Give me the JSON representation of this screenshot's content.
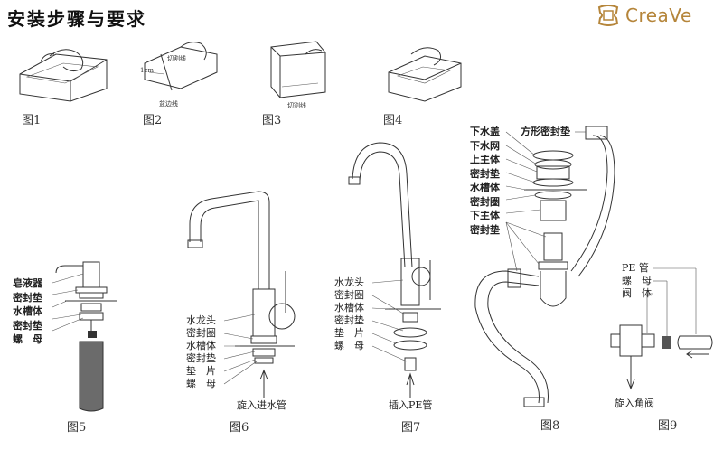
{
  "header": {
    "title": "安装步骤与要求",
    "brand": "CreaVe"
  },
  "figures": {
    "fig1": {
      "caption": "图1"
    },
    "fig2": {
      "caption": "图2",
      "labels": [
        "切割线",
        "1cm",
        "盆边线"
      ]
    },
    "fig3": {
      "caption": "图3",
      "labels": [
        "切割线"
      ]
    },
    "fig4": {
      "caption": "图4"
    },
    "fig5": {
      "caption": "图5",
      "labels": [
        "皂液器",
        "密封垫",
        "水槽体",
        "密封垫",
        "螺　母"
      ]
    },
    "fig6": {
      "caption": "图6",
      "labels": [
        "水龙头",
        "密封圈",
        "水槽体",
        "密封垫",
        "垫　片",
        "螺　母"
      ],
      "note": "旋入进水管"
    },
    "fig7": {
      "caption": "图7",
      "labels": [
        "水龙头",
        "密封圈",
        "水槽体",
        "密封垫",
        "垫　片",
        "螺　母"
      ],
      "note": "插入PE管"
    },
    "fig8": {
      "caption": "图8",
      "labels": [
        "下水盖",
        "下水网",
        "上主体",
        "密封垫",
        "水槽体",
        "密封圈",
        "下主体",
        "密封垫"
      ],
      "side_label": "方形密封垫"
    },
    "fig9": {
      "caption": "图9",
      "labels": [
        "PE 管",
        "螺　母",
        "阀　体"
      ],
      "note": "旋入角阀"
    }
  }
}
